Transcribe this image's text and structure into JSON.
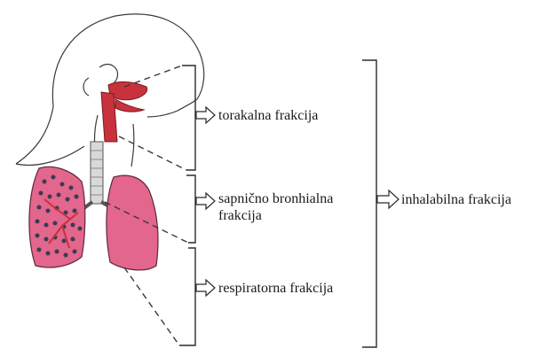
{
  "labels": {
    "thoracic": "torakalna frakcija",
    "tracheo_line1": "sapnično bronhialna",
    "tracheo_line2": "frakcija",
    "respiratory": "respiratorna frakcija",
    "inhalable": "inhalabilna frakcija"
  },
  "colors": {
    "outline": "#3a3a3a",
    "airway_red": "#c8323c",
    "lung_pink": "#e3668c",
    "alveoli_dots": "#3b3b55",
    "bracket": "#2a2a2a"
  }
}
